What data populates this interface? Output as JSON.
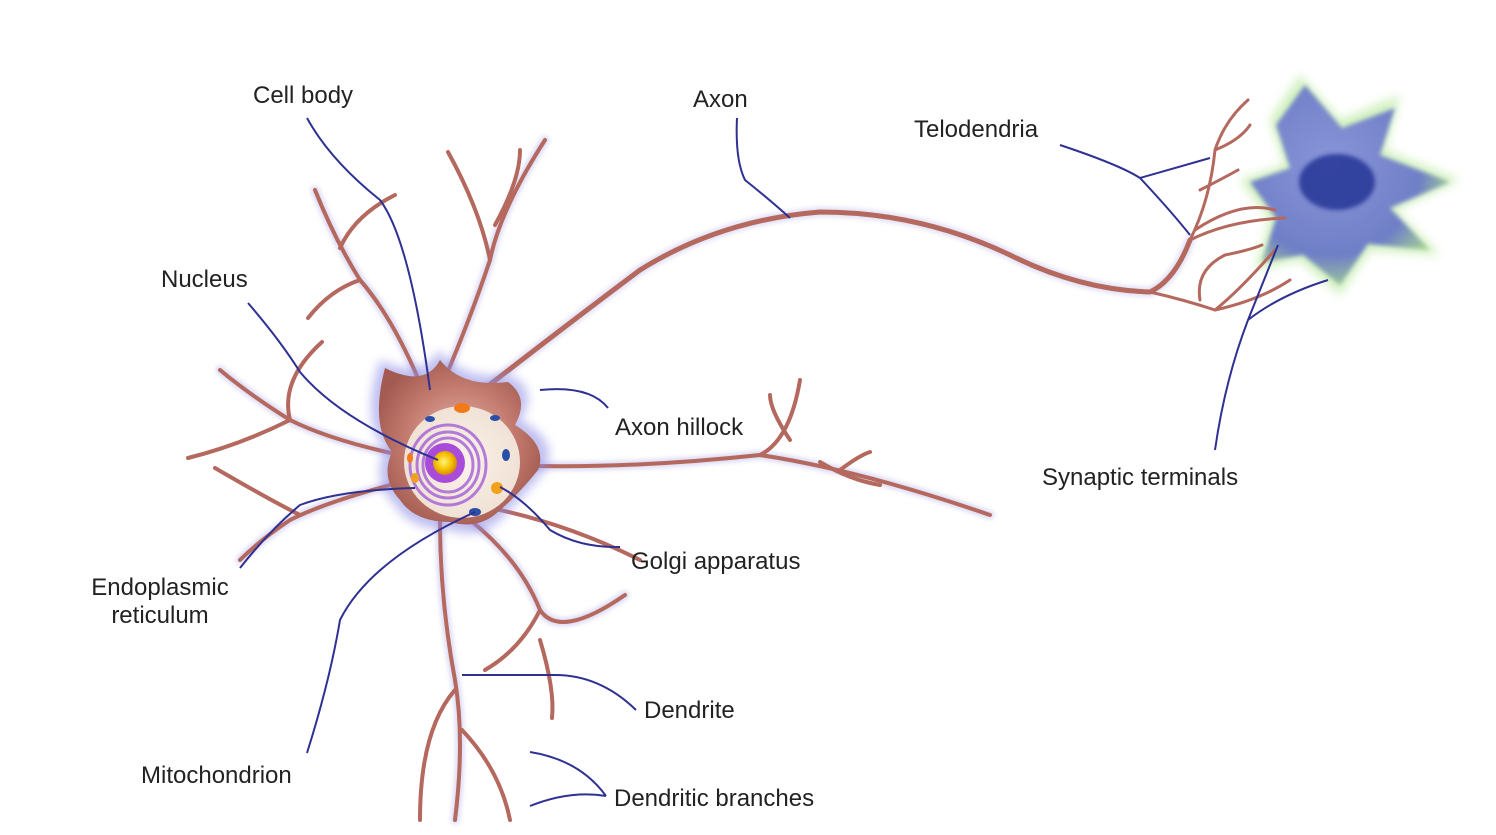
{
  "labels": {
    "cell_body": "Cell body",
    "axon": "Axon",
    "telodendria": "Telodendria",
    "nucleus": "Nucleus",
    "axon_hillock": "Axon hillock",
    "synaptic_terminals": "Synaptic terminals",
    "golgi_apparatus": "Golgi apparatus",
    "endoplasmic_reticulum_1": "Endoplasmic",
    "endoplasmic_reticulum_2": "reticulum",
    "dendrite": "Dendrite",
    "mitochondrion": "Mitochondrion",
    "dendritic_branches": "Dendritic branches"
  },
  "colors": {
    "leader_line": "#2e3192",
    "neuron_body": "#b5685e",
    "neuron_body_light": "#d9a79c",
    "membrane_glow": "#7c7ce0",
    "nucleus_ring": "#8a2bd0",
    "nucleolus": "#f2c200",
    "target_cell": "#6f7fc7",
    "target_cell_glow": "#9be36a",
    "target_nucleus": "#2c3a9a"
  }
}
